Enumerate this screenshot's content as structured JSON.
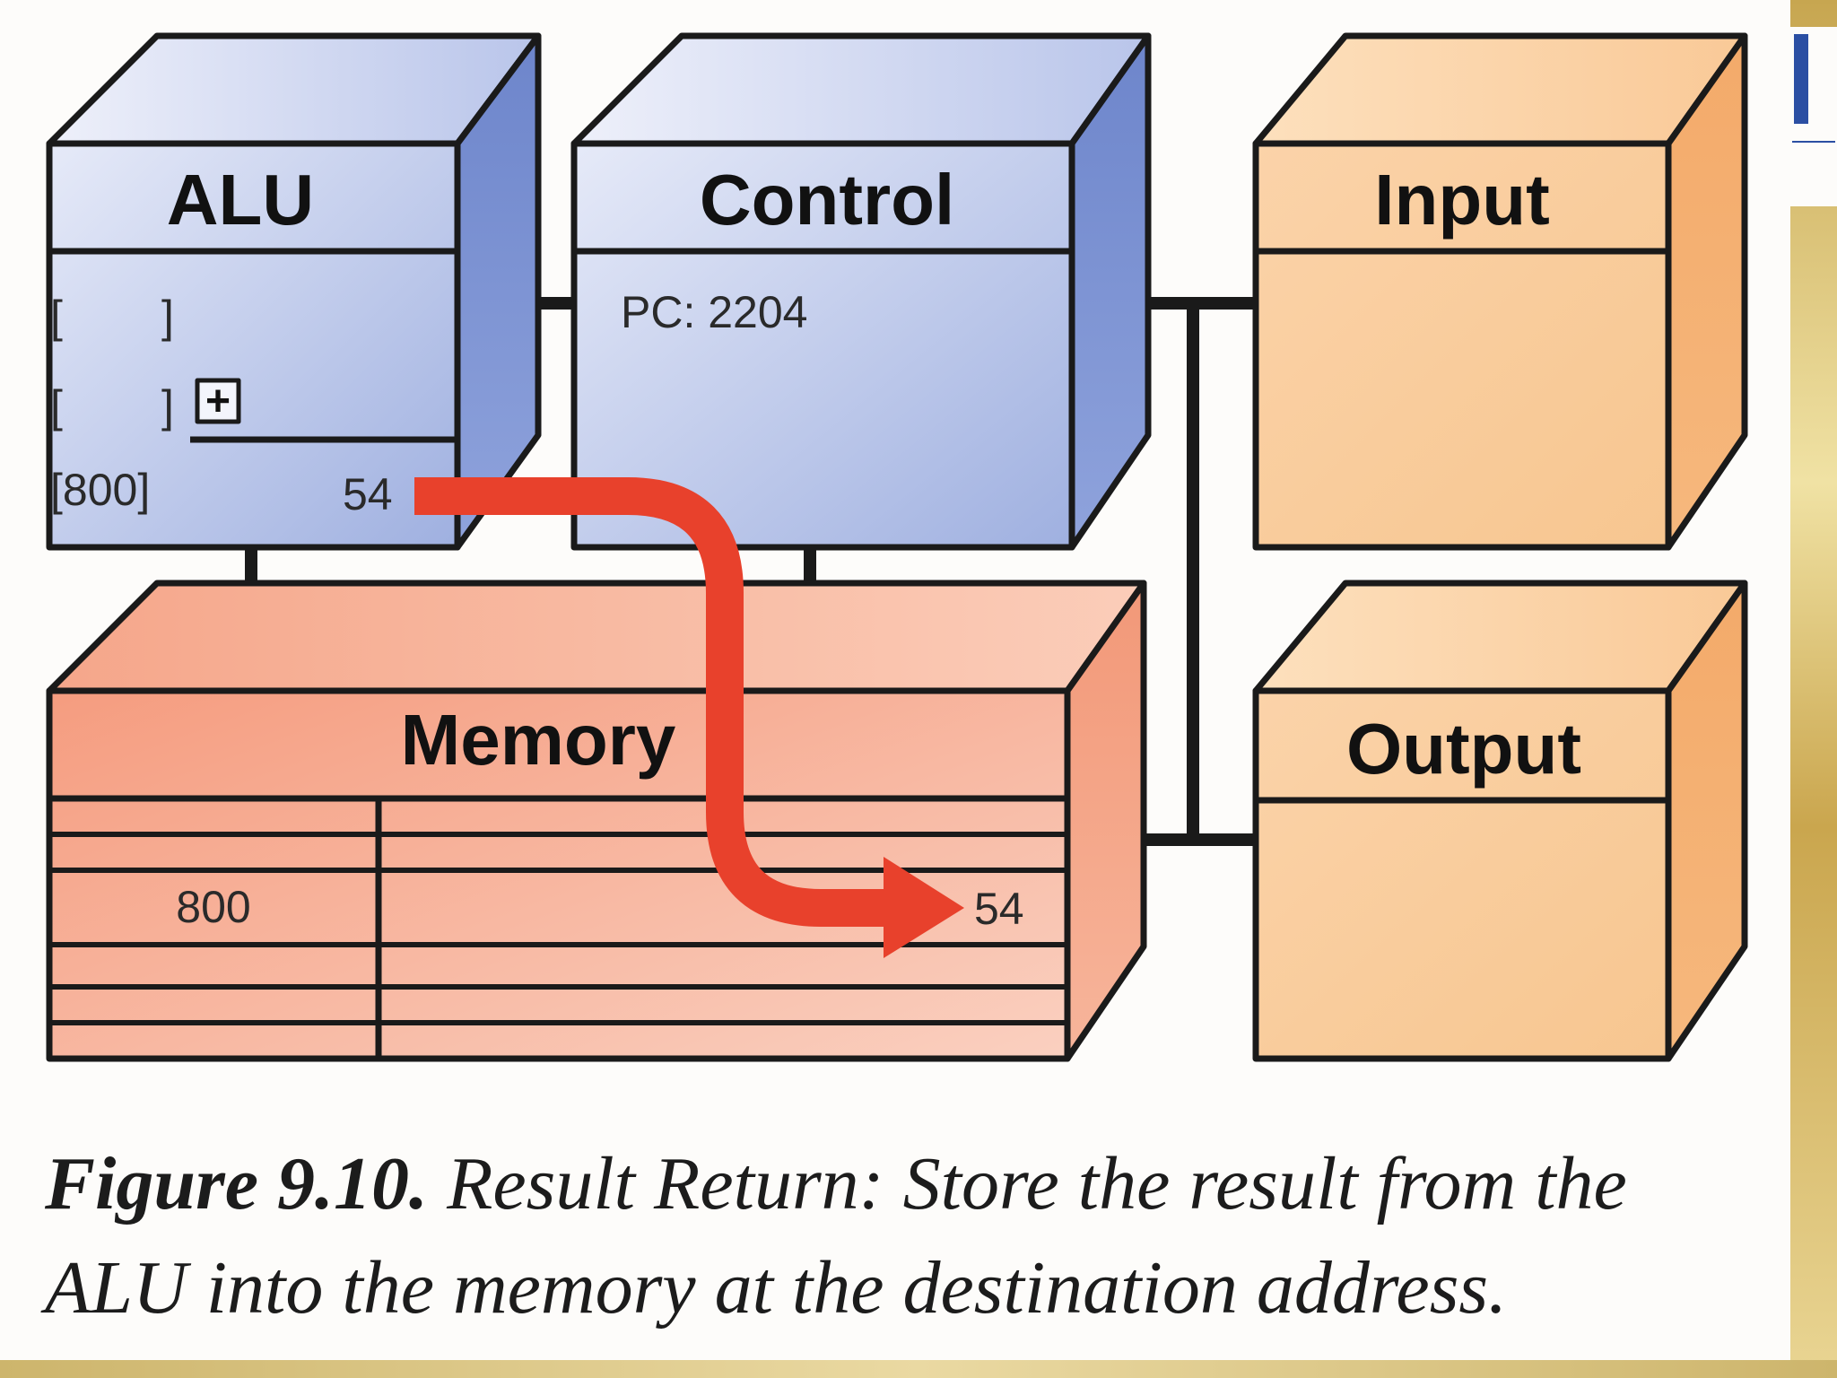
{
  "boxes": {
    "alu": {
      "title": "ALU",
      "reg_open_1": "[",
      "reg_close_1": "]",
      "reg_open_2": "[",
      "reg_close_2": "]",
      "operator": "+",
      "result_address": "[800]",
      "result_value": "54"
    },
    "control": {
      "title": "Control",
      "pc": "PC: 2204"
    },
    "input": {
      "title": "Input"
    },
    "output": {
      "title": "Output"
    },
    "memory": {
      "title": "Memory",
      "address": "800",
      "value": "54"
    }
  },
  "caption": {
    "label": "Figure 9.10.",
    "text": "Result Return: Store the result from the ALU into the memory at the destination address."
  },
  "colors": {
    "cpu_blue": "#a9b7e2",
    "io_orange": "#f9c592",
    "memory_salmon": "#f4a58a",
    "arrow_red": "#e8412c",
    "outline": "#1a1a1a"
  }
}
